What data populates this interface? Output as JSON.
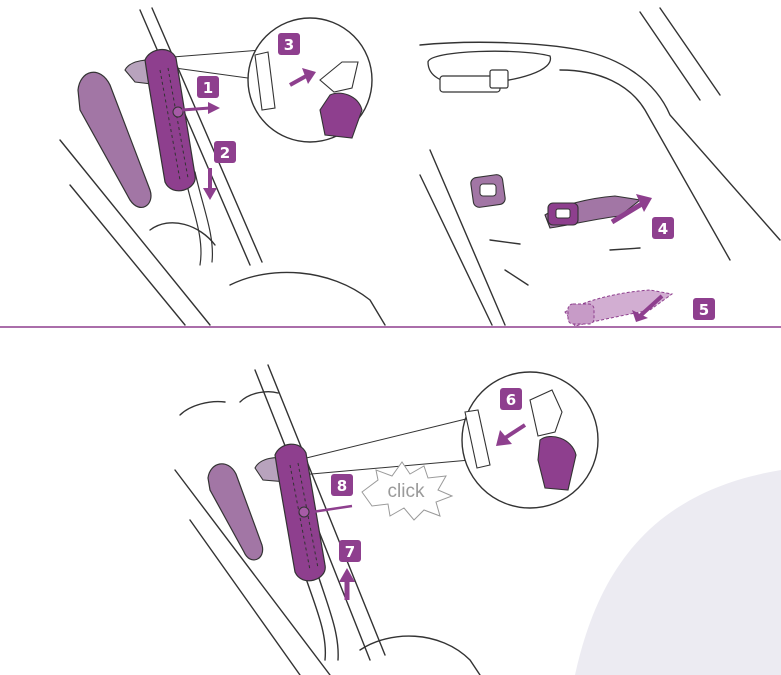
{
  "colors": {
    "purple": "#8e3f8e",
    "purple_light": "#b789b7",
    "purple_pale": "#d2aed2",
    "outline": "#333333",
    "watermark": "#ecebf2",
    "divider": "#8e3f8e"
  },
  "steps": {
    "step1": "1",
    "step2": "2",
    "step3": "3",
    "step4": "4",
    "step5": "5",
    "step6": "6",
    "step7": "7",
    "step8": "8"
  },
  "sound_label": "click"
}
